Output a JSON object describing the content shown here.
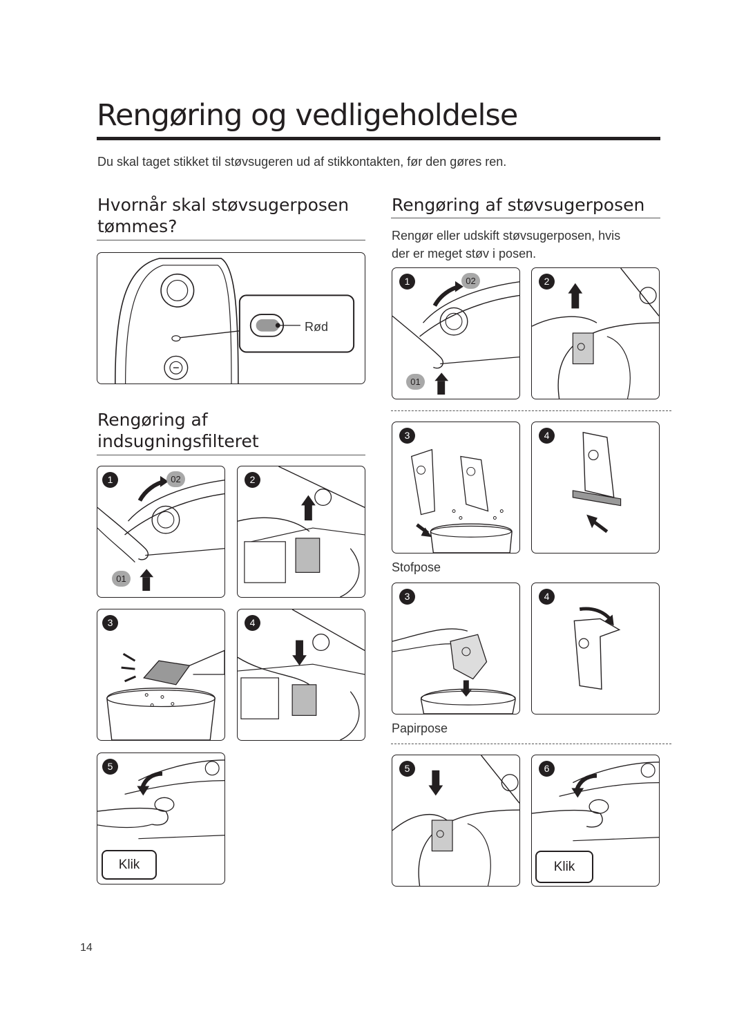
{
  "page": {
    "title": "Rengøring og vedligeholdelse",
    "intro": "Du skal taget stikket til støvsugeren ud af stikkontakten, før den gøres ren.",
    "page_number": "14"
  },
  "left": {
    "section1": {
      "heading_line1": "Hvornår skal støvsugerposen",
      "heading_line2": "tømmes?",
      "indicator_label": "Rød"
    },
    "section2": {
      "heading_line1": "Rengøring af",
      "heading_line2": "indsugningsfilteret",
      "steps": [
        "1",
        "2",
        "3",
        "4",
        "5"
      ],
      "sub_steps": [
        "01",
        "02"
      ],
      "click_label": "Klik"
    }
  },
  "right": {
    "section": {
      "heading": "Rengøring af støvsugerposen",
      "text_line1": "Rengør eller udskift støvsugerposen, hvis",
      "text_line2": "der er meget støv i posen.",
      "steps_top": [
        "1",
        "2"
      ],
      "sub_steps": [
        "01",
        "02"
      ],
      "cloth_bag": {
        "steps": [
          "3",
          "4"
        ],
        "caption": "Stofpose"
      },
      "paper_bag": {
        "steps": [
          "3",
          "4"
        ],
        "caption": "Papirpose"
      },
      "steps_bottom": [
        "5",
        "6"
      ],
      "click_label": "Klik"
    }
  }
}
